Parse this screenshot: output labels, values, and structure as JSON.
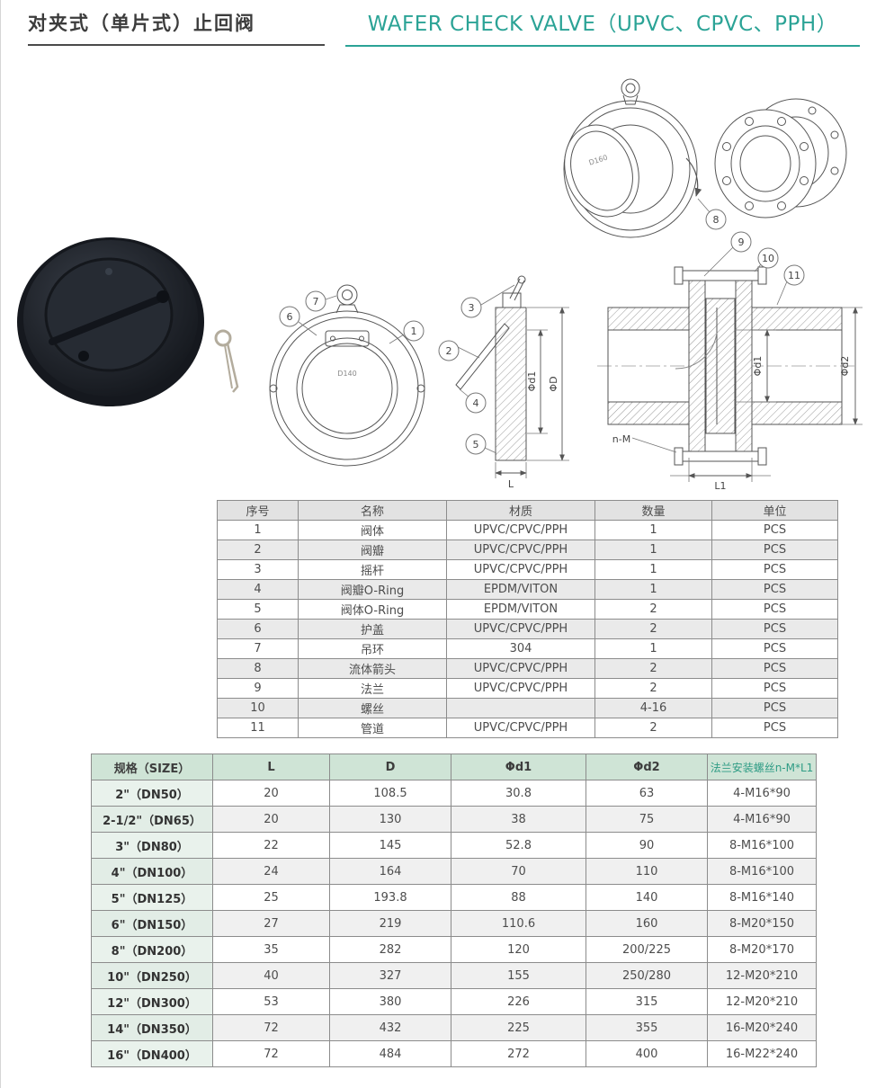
{
  "page": {
    "title_zh": "对夹式（单片式）止回阀",
    "title_en": "WAFER CHECK VALVE（UPVC、CPVC、PPH）",
    "accent_color": "#2BA396"
  },
  "diagram": {
    "balloons": [
      "1",
      "2",
      "3",
      "4",
      "5",
      "6",
      "7",
      "8",
      "9",
      "10",
      "11"
    ],
    "labels": {
      "phi_d1": "Φd1",
      "phi_D": "ΦD",
      "phi_d2": "Φd2",
      "L": "L",
      "L1": "L1",
      "n_M": "n-M",
      "front_mark": "D140",
      "disc_mark": "D160"
    }
  },
  "parts_table": {
    "headers": [
      "序号",
      "名称",
      "材质",
      "数量",
      "单位"
    ],
    "rows": [
      [
        "1",
        "阀体",
        "UPVC/CPVC/PPH",
        "1",
        "PCS"
      ],
      [
        "2",
        "阀瓣",
        "UPVC/CPVC/PPH",
        "1",
        "PCS"
      ],
      [
        "3",
        "摇杆",
        "UPVC/CPVC/PPH",
        "1",
        "PCS"
      ],
      [
        "4",
        "阀瓣O-Ring",
        "EPDM/VITON",
        "1",
        "PCS"
      ],
      [
        "5",
        "阀体O-Ring",
        "EPDM/VITON",
        "2",
        "PCS"
      ],
      [
        "6",
        "护盖",
        "UPVC/CPVC/PPH",
        "2",
        "PCS"
      ],
      [
        "7",
        "吊环",
        "304",
        "1",
        "PCS"
      ],
      [
        "8",
        "流体箭头",
        "UPVC/CPVC/PPH",
        "2",
        "PCS"
      ],
      [
        "9",
        "法兰",
        "UPVC/CPVC/PPH",
        "2",
        "PCS"
      ],
      [
        "10",
        "螺丝",
        "",
        "4-16",
        "PCS"
      ],
      [
        "11",
        "管道",
        "UPVC/CPVC/PPH",
        "2",
        "PCS"
      ]
    ]
  },
  "size_table": {
    "header_bg": "#cfe4d6",
    "headers": [
      "规格（SIZE）",
      "L",
      "D",
      "Φd1",
      "Φd2",
      "法兰安装螺丝n-M*L1"
    ],
    "rows": [
      [
        "2\"（DN50）",
        "20",
        "108.5",
        "30.8",
        "63",
        "4-M16*90"
      ],
      [
        "2-1/2\"（DN65）",
        "20",
        "130",
        "38",
        "75",
        "4-M16*90"
      ],
      [
        "3\"（DN80）",
        "22",
        "145",
        "52.8",
        "90",
        "8-M16*100"
      ],
      [
        "4\"（DN100）",
        "24",
        "164",
        "70",
        "110",
        "8-M16*100"
      ],
      [
        "5\"（DN125）",
        "25",
        "193.8",
        "88",
        "140",
        "8-M16*140"
      ],
      [
        "6\"（DN150）",
        "27",
        "219",
        "110.6",
        "160",
        "8-M20*150"
      ],
      [
        "8\"（DN200）",
        "35",
        "282",
        "120",
        "200/225",
        "8-M20*170"
      ],
      [
        "10\"（DN250）",
        "40",
        "327",
        "155",
        "250/280",
        "12-M20*210"
      ],
      [
        "12\"（DN300）",
        "53",
        "380",
        "226",
        "315",
        "12-M20*210"
      ],
      [
        "14\"（DN350）",
        "72",
        "432",
        "225",
        "355",
        "16-M20*240"
      ],
      [
        "16\"（DN400）",
        "72",
        "484",
        "272",
        "400",
        "16-M22*240"
      ]
    ]
  }
}
